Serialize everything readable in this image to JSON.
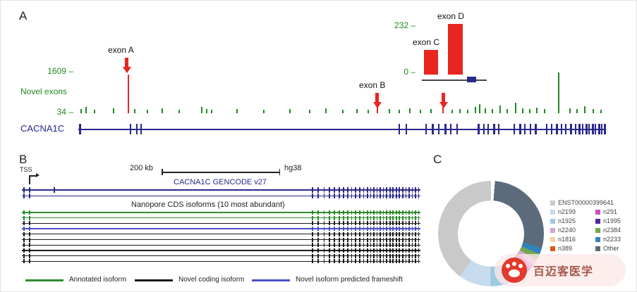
{
  "panel_a": {
    "label": "A",
    "novel_axis_max": "1609 –",
    "novel_axis_min": "34 –",
    "novel_track_label": "Novel exons",
    "gene_label": "CACNA1C",
    "exon_a_label": "exon A",
    "exon_b_label": "exon B",
    "inset_y_max": "232 –",
    "inset_y_min": "0 –",
    "novel_ticks": [
      [
        0.004,
        6,
        "g"
      ],
      [
        0.014,
        9,
        "g"
      ],
      [
        0.03,
        5,
        "g"
      ],
      [
        0.065,
        7,
        "g"
      ],
      [
        0.0936,
        55,
        "r"
      ],
      [
        0.105,
        6,
        "g"
      ],
      [
        0.13,
        5,
        "g"
      ],
      [
        0.158,
        7,
        "g"
      ],
      [
        0.19,
        5,
        "g"
      ],
      [
        0.232,
        9,
        "g"
      ],
      [
        0.242,
        6,
        "g"
      ],
      [
        0.252,
        5,
        "g"
      ],
      [
        0.3,
        6,
        "g"
      ],
      [
        0.35,
        5,
        "g"
      ],
      [
        0.4,
        6,
        "g"
      ],
      [
        0.437,
        5,
        "g"
      ],
      [
        0.468,
        7,
        "g"
      ],
      [
        0.5,
        5,
        "g"
      ],
      [
        0.527,
        6,
        "g"
      ],
      [
        0.548,
        5,
        "g"
      ],
      [
        0.565,
        9,
        "r"
      ],
      [
        0.588,
        6,
        "g"
      ],
      [
        0.607,
        5,
        "g"
      ],
      [
        0.627,
        7,
        "g"
      ],
      [
        0.647,
        5,
        "g"
      ],
      [
        0.667,
        6,
        "g"
      ],
      [
        0.69,
        9,
        "r"
      ],
      [
        0.707,
        5,
        "g"
      ],
      [
        0.722,
        6,
        "g"
      ],
      [
        0.737,
        5,
        "g"
      ],
      [
        0.752,
        9,
        "g"
      ],
      [
        0.76,
        13,
        "g"
      ],
      [
        0.77,
        7,
        "g"
      ],
      [
        0.783,
        6,
        "g"
      ],
      [
        0.798,
        11,
        "g"
      ],
      [
        0.812,
        6,
        "g"
      ],
      [
        0.828,
        15,
        "g"
      ],
      [
        0.841,
        7,
        "g"
      ],
      [
        0.854,
        6,
        "g"
      ],
      [
        0.868,
        8,
        "g"
      ],
      [
        0.883,
        6,
        "g"
      ],
      [
        0.909,
        58,
        "g"
      ],
      [
        0.93,
        7,
        "g"
      ],
      [
        0.944,
        6,
        "g"
      ],
      [
        0.958,
        10,
        "g"
      ],
      [
        0.974,
        6,
        "g"
      ],
      [
        0.989,
        5,
        "g"
      ]
    ],
    "gene_ticks": [
      [
        0.001,
        3
      ],
      [
        0.098,
        2
      ],
      [
        0.11,
        2
      ],
      [
        0.118,
        2
      ],
      [
        0.607,
        2
      ],
      [
        0.62,
        2
      ],
      [
        0.658,
        2
      ],
      [
        0.67,
        3
      ],
      [
        0.682,
        2
      ],
      [
        0.694,
        3
      ],
      [
        0.705,
        2
      ],
      [
        0.716,
        2
      ],
      [
        0.757,
        3
      ],
      [
        0.767,
        2
      ],
      [
        0.776,
        2
      ],
      [
        0.786,
        3
      ],
      [
        0.796,
        2
      ],
      [
        0.825,
        2
      ],
      [
        0.835,
        3
      ],
      [
        0.845,
        2
      ],
      [
        0.855,
        2
      ],
      [
        0.865,
        3
      ],
      [
        0.886,
        2
      ],
      [
        0.896,
        2
      ],
      [
        0.905,
        3
      ],
      [
        0.914,
        2
      ],
      [
        0.923,
        2
      ],
      [
        0.932,
        3
      ],
      [
        0.941,
        2
      ],
      [
        0.948,
        3
      ],
      [
        0.955,
        2
      ],
      [
        0.961,
        3
      ],
      [
        0.967,
        2
      ],
      [
        0.973,
        3
      ],
      [
        0.979,
        2
      ],
      [
        0.985,
        3
      ],
      [
        0.991,
        2
      ],
      [
        0.996,
        3
      ]
    ]
  },
  "panel_b": {
    "label": "B",
    "tss_label": "TSS",
    "scale_label": "200 kb",
    "assembly_label": "hg38",
    "gencode_label": "CACNA1C GENCODE v27",
    "nanopore_label": "Nanopore CDS isoforms (10 most abundant)",
    "exon_pattern": [
      0.004,
      0.018,
      0.728,
      0.742,
      0.757,
      0.77,
      0.783,
      0.795,
      0.806,
      0.816,
      0.826,
      0.836,
      0.846,
      0.856,
      0.866,
      0.874,
      0.882,
      0.89,
      0.898,
      0.906,
      0.914,
      0.922,
      0.93,
      0.938,
      0.946,
      0.954,
      0.962,
      0.97,
      0.978,
      0.986,
      0.994
    ],
    "gencode_extra": [
      0.08
    ],
    "isoforms": [
      "annotated",
      "annotated",
      "coding",
      "frameshift",
      "coding",
      "coding",
      "coding",
      "coding",
      "coding",
      "coding"
    ],
    "legend": [
      {
        "label": "Annotated isoform",
        "color_key": "annotated"
      },
      {
        "label": "Novel coding isoform",
        "color_key": "coding"
      },
      {
        "label": "Novel isoform predicted frameshift",
        "color_key": "frameshift"
      }
    ]
  },
  "panel_c": {
    "label": "C"
  },
  "watermark": {
    "text": "百迈客医学"
  },
  "colors": {
    "green": "#1f8a1f",
    "red": "#e8251f",
    "navy": "#28288c",
    "annotated": "#2e8b2e",
    "coding": "#1a1a1a",
    "frameshift": "#4a50c8"
  },
  "chart_data": [
    {
      "type": "bar",
      "title": "",
      "categories": [
        "exon C",
        "exon D"
      ],
      "values": [
        114,
        232
      ],
      "xlabel": "",
      "ylabel": "",
      "ylim": [
        0,
        232
      ],
      "ytick_labels": [
        "232",
        "0"
      ],
      "bar_color": "#e8251f"
    },
    {
      "type": "pie",
      "subtype": "donut",
      "title": "",
      "legend_position": "right",
      "segments": [
        {
          "label": "ENST00000399641",
          "color": "#c9c9c9",
          "value": 40.5
        },
        {
          "label": "n2199",
          "color": "#c6dbef",
          "value": 10
        },
        {
          "label": "n291",
          "color": "#c94fc3",
          "value": 1.5
        },
        {
          "label": "n1925",
          "color": "#9ecae1",
          "value": 8
        },
        {
          "label": "n1995",
          "color": "#54278f",
          "value": 1.5
        },
        {
          "label": "n2240",
          "color": "#d4a6cd",
          "value": 2
        },
        {
          "label": "n2384",
          "color": "#74a850",
          "value": 2
        },
        {
          "label": "n1816",
          "color": "#fdd0a2",
          "value": 2
        },
        {
          "label": "n2233",
          "color": "#3182bd",
          "value": 2
        },
        {
          "label": "n389",
          "color": "#e6550d",
          "value": 2
        },
        {
          "label": "Other",
          "color": "#5b6b7b",
          "value": 28.5
        }
      ],
      "draw_order": [
        "Other",
        "n2233",
        "n2384",
        "n2240",
        "n291",
        "n1995",
        "n1816",
        "n389",
        "n1925",
        "n2199",
        "ENST00000399641"
      ],
      "gap_percent": 1.2
    }
  ]
}
